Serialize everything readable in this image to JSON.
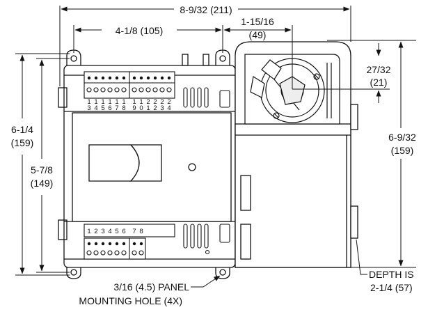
{
  "dimensions": {
    "overall_width": "8-9/32 (211)",
    "hole_spacing": "4-1/8 (105)",
    "actuator_offset_in": "1-15/16",
    "actuator_offset_mm": "(49)",
    "total_height_in": "6-1/4",
    "total_height_mm": "(159)",
    "hole_height_in": "5-7/8",
    "hole_height_mm": "(149)",
    "top_offset_in": "27/32",
    "top_offset_mm": "(21)",
    "actuator_height_in": "6-9/32",
    "actuator_height_mm": "(159)",
    "depth_line1": "DEPTH IS",
    "depth_line2": "2-1/4 (57)",
    "hole_callout_line1": "3/16 (4.5) PANEL",
    "hole_callout_line2": "MOUNTING HOLE (4X)"
  },
  "terminals": {
    "top_upper": [
      "1",
      "1",
      "1",
      "1",
      "1",
      "1",
      "1",
      "1",
      "2",
      "2",
      "2",
      "2"
    ],
    "top_lower": [
      "3",
      "4",
      "5",
      "6",
      "7",
      "8",
      "9",
      "0",
      "1",
      "2",
      "3",
      "4"
    ],
    "bottom": [
      "1",
      "2",
      "3",
      "4",
      "5",
      "6",
      "7",
      "8"
    ]
  }
}
